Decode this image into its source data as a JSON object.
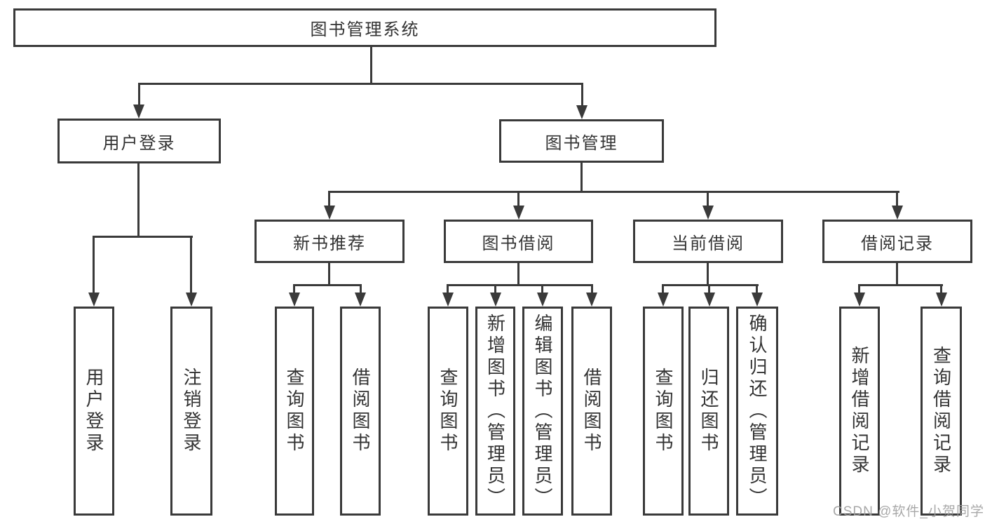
{
  "diagram": {
    "title": "图书管理系统",
    "root": {
      "label": "图书管理系统"
    },
    "level2": [
      {
        "label": "用户登录"
      },
      {
        "label": "图书管理"
      }
    ],
    "level3": [
      {
        "label": "新书推荐"
      },
      {
        "label": "图书借阅"
      },
      {
        "label": "当前借阅"
      },
      {
        "label": "借阅记录"
      }
    ],
    "leaves": {
      "user": [
        "用户登录",
        "注销登录"
      ],
      "newrec": [
        "查询图书",
        "借阅图书"
      ],
      "borrow": [
        "查询图书",
        "新增图书（管理员）",
        "编辑图书（管理员）",
        "借阅图书"
      ],
      "current": [
        "查询图书",
        "归还图书",
        "确认归还（管理员）"
      ],
      "records": [
        "新增借阅记录",
        "查询借阅记录"
      ]
    }
  },
  "watermark": {
    "text": "CSDN @软件_小贺同学"
  },
  "colors": {
    "line": "#3a3a3a",
    "text": "#333333",
    "background": "#ffffff",
    "watermark": "#9e9e9e"
  }
}
